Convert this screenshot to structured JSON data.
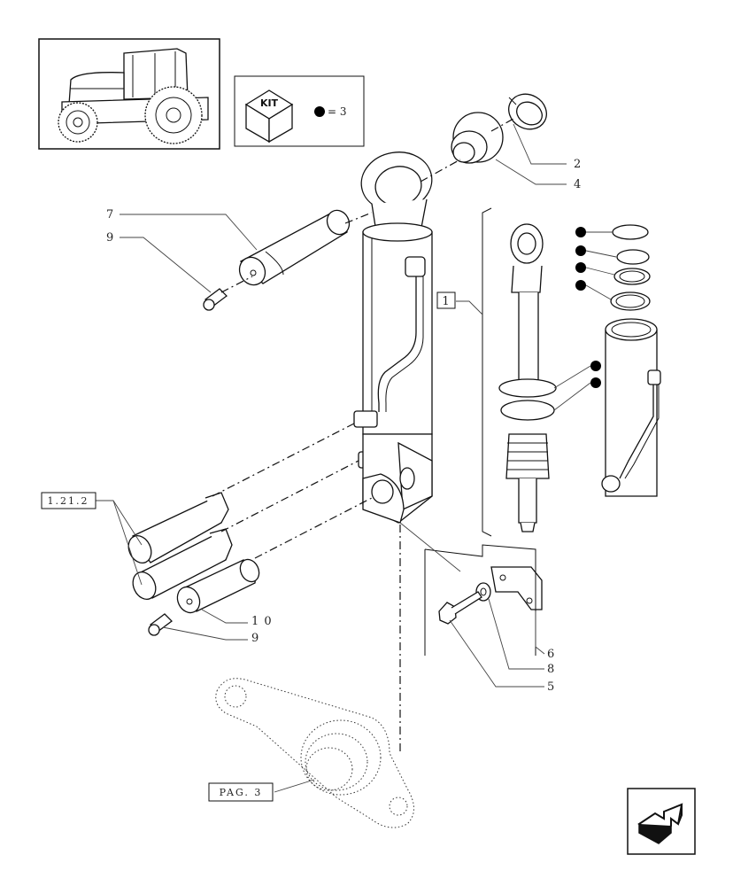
{
  "kit": {
    "label": "KIT",
    "equation": "= 3"
  },
  "callouts": {
    "p1": "1",
    "p2": "2",
    "p4": "4",
    "p7": "7",
    "p9a": "9",
    "p10": "1 0",
    "p9b": "9",
    "p6": "6",
    "p8": "8",
    "p5": "5"
  },
  "refs": {
    "ref_1212": "1.21.2",
    "ref_pag3": "PAG. 3"
  },
  "colors": {
    "line": "#111111",
    "dot": "#000000",
    "background": "#ffffff"
  },
  "icons": {
    "nav": "next-page-arrow-icon",
    "kit": "kit-box-icon",
    "tractor": "tractor-thumbnail"
  }
}
